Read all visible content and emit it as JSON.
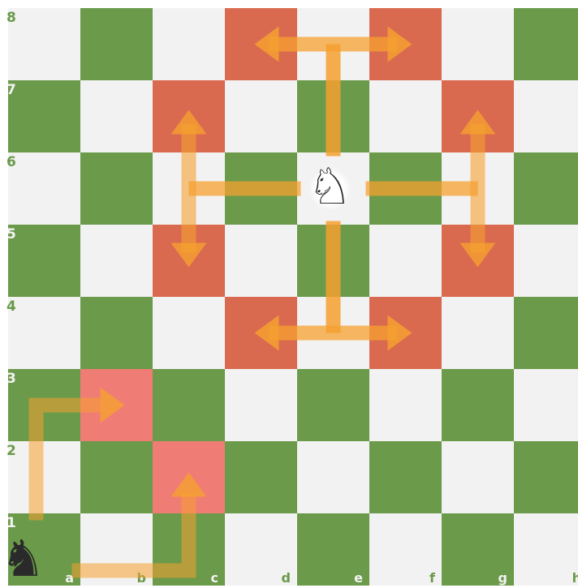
{
  "board": {
    "files": [
      "a",
      "b",
      "c",
      "d",
      "e",
      "f",
      "g",
      "h"
    ],
    "ranks": [
      "8",
      "7",
      "6",
      "5",
      "4",
      "3",
      "2",
      "1"
    ],
    "light_color": "#f2f2f2",
    "dark_color": "#6a9a4a",
    "knight_target_color": "#d9694f",
    "example_target_color": "#f07c76",
    "arrow_color": "#f5a030",
    "label_color_on_dark": "#f2f2f2",
    "label_color_on_light": "#6a9a4a"
  },
  "pieces": [
    {
      "name": "white-knight-icon",
      "symbol": "♘",
      "square": "e6",
      "color": "white"
    },
    {
      "name": "black-knight-icon",
      "symbol": "♞",
      "square": "a1",
      "color": "black"
    }
  ],
  "highlighted_squares": {
    "knight_moves": [
      "d8",
      "f8",
      "c7",
      "g7",
      "c5",
      "g5",
      "d4",
      "f4"
    ],
    "example_moves": [
      "b3",
      "c2"
    ]
  }
}
